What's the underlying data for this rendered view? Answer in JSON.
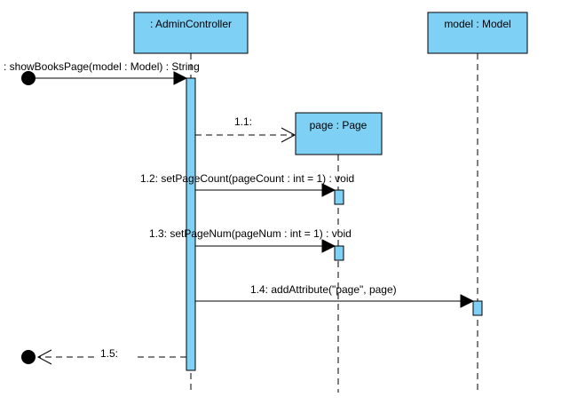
{
  "diagram": {
    "lifelines": {
      "admin": {
        "label": ": AdminController"
      },
      "model": {
        "label": "model : Model"
      },
      "page": {
        "label": "page : Page"
      }
    },
    "messages": {
      "m1": {
        "label": ": showBooksPage(model : Model) : String"
      },
      "m1_1": {
        "label": "1.1:"
      },
      "m1_2": {
        "label": "1.2: setPageCount(pageCount : int = 1) : void"
      },
      "m1_3": {
        "label": "1.3: setPageNum(pageNum : int = 1) : void"
      },
      "m1_4": {
        "label": "1.4: addAttribute(\"page\", page)"
      },
      "m1_5": {
        "label": "1.5:"
      }
    },
    "colors": {
      "fill": "#7fd0f5",
      "stroke": "#000000"
    }
  }
}
